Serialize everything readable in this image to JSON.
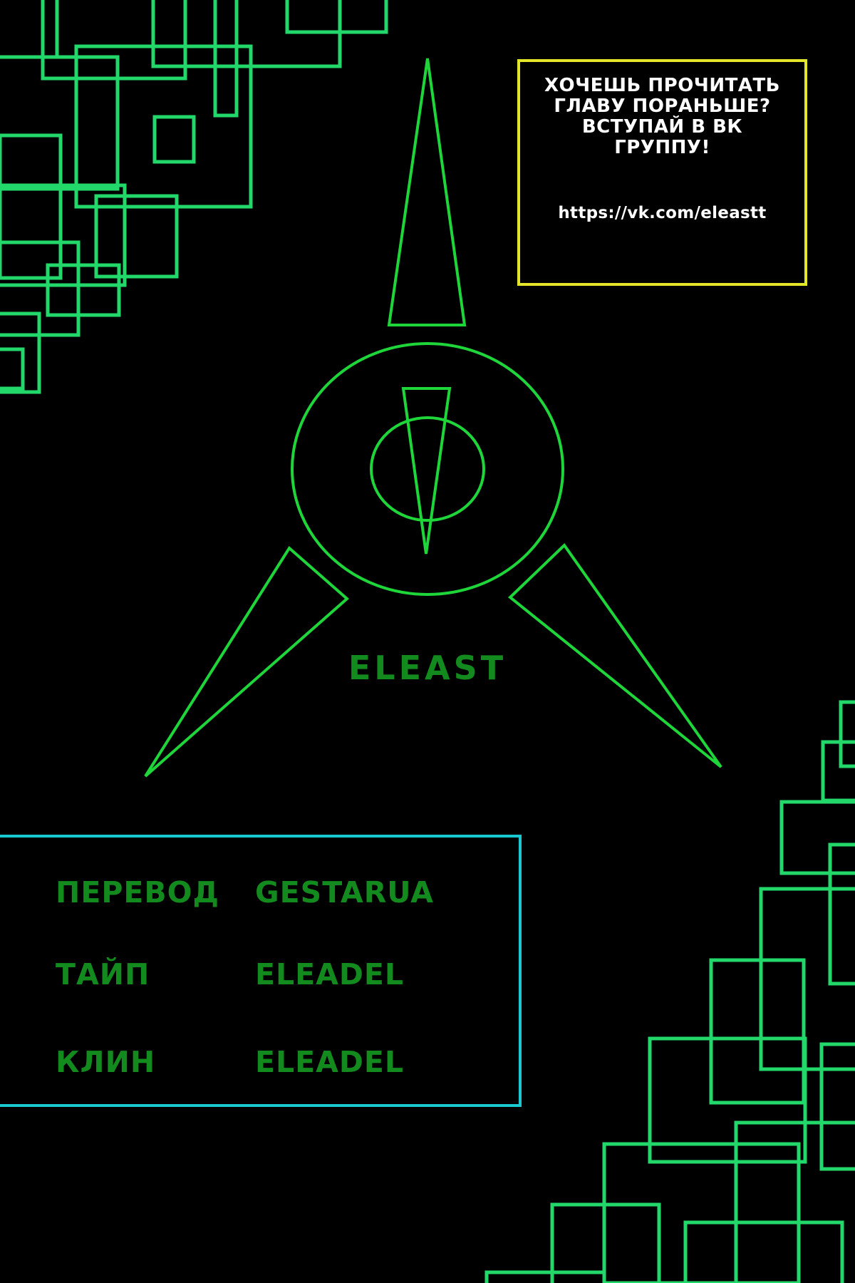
{
  "promo": {
    "text": "ХОЧЕШЬ ПРОЧИТАТЬ ГЛАВУ ПОРАНЬШЕ? ВСТУПАЙ В ВК ГРУППУ!",
    "link": "https://vk.com/eleastt"
  },
  "brand": {
    "name": "ELEAST"
  },
  "credits": [
    {
      "role": "ПЕРЕВОД",
      "name": "GESTARUA"
    },
    {
      "role": "ТАЙП",
      "name": "ELEADEL"
    },
    {
      "role": "КЛИН",
      "name": "ELEADEL"
    }
  ],
  "colors": {
    "background": "#000000",
    "squares": "#22d86a",
    "logo": "#1ed63a",
    "promo_border": "#e4e62a",
    "credits_border": "#18c9d0",
    "text_green": "#138a1d",
    "text_white": "#ffffff"
  },
  "icons": [
    "eleast-logo-icon"
  ]
}
